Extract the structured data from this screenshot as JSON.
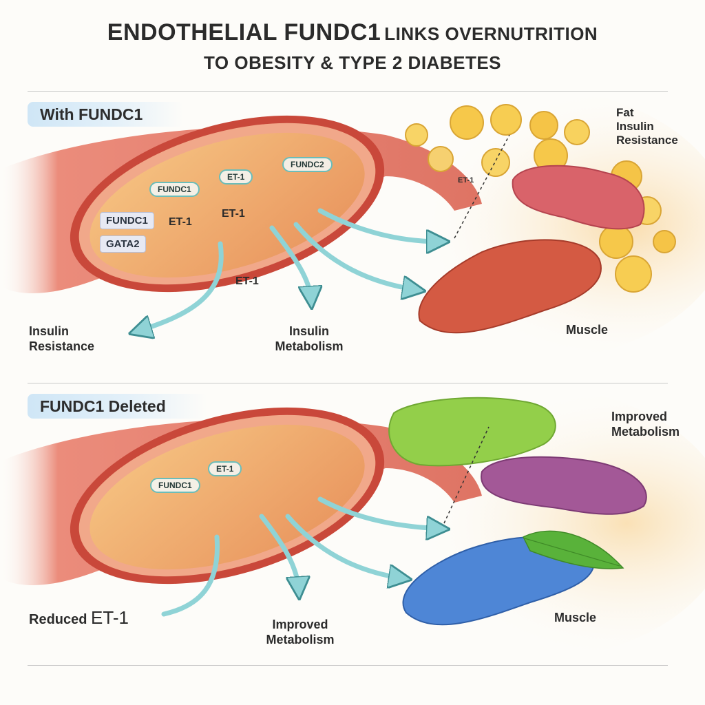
{
  "title": {
    "line1_big": "ENDOTHELIAL FUNDC1",
    "line1_small": "LINKS OVERNUTRITION",
    "line2": "TO OBESITY & TYPE 2 DIABETES"
  },
  "top_panel": {
    "label": "With FUNDC1",
    "tags": [
      "FUNDC1",
      "GATA2"
    ],
    "pills": [
      "FUNDC1",
      "ET-1",
      "FUNDC2"
    ],
    "vessel_labels": [
      "ET-1",
      "ET-1",
      "ET-1"
    ],
    "insulin_resistance_left": "Insulin\nResistance",
    "insulin_metabolism": "Insulin\nMetabolism",
    "fat_insulin_resistance": "Fat\nInsulin\nResistance",
    "arrow_tag": "ET-1",
    "muscle": "Muscle"
  },
  "bottom_panel": {
    "label": "FUNDC1 Deleted",
    "pills": [
      "FUNDC1",
      "ET-1"
    ],
    "reduced_prefix": "Reduced",
    "reduced_et1": "ET-1",
    "improved_metabolism_center": "Improved\nMetabolism",
    "improved_metabolism_right": "Improved\nMetabolism",
    "muscle": "Muscle"
  },
  "colors": {
    "vessel_outer": "#e2725f",
    "vessel_inner": "#f6c07e",
    "arrow": "#8fd3d6",
    "fat": "#f6c84a",
    "pancreas_top": "#d9636a",
    "muscle_top": "#d45a43",
    "green_tissue": "#93cf4a",
    "purple_tissue": "#a35897",
    "blue_muscle": "#4e86d6",
    "leaf": "#59b23a"
  }
}
